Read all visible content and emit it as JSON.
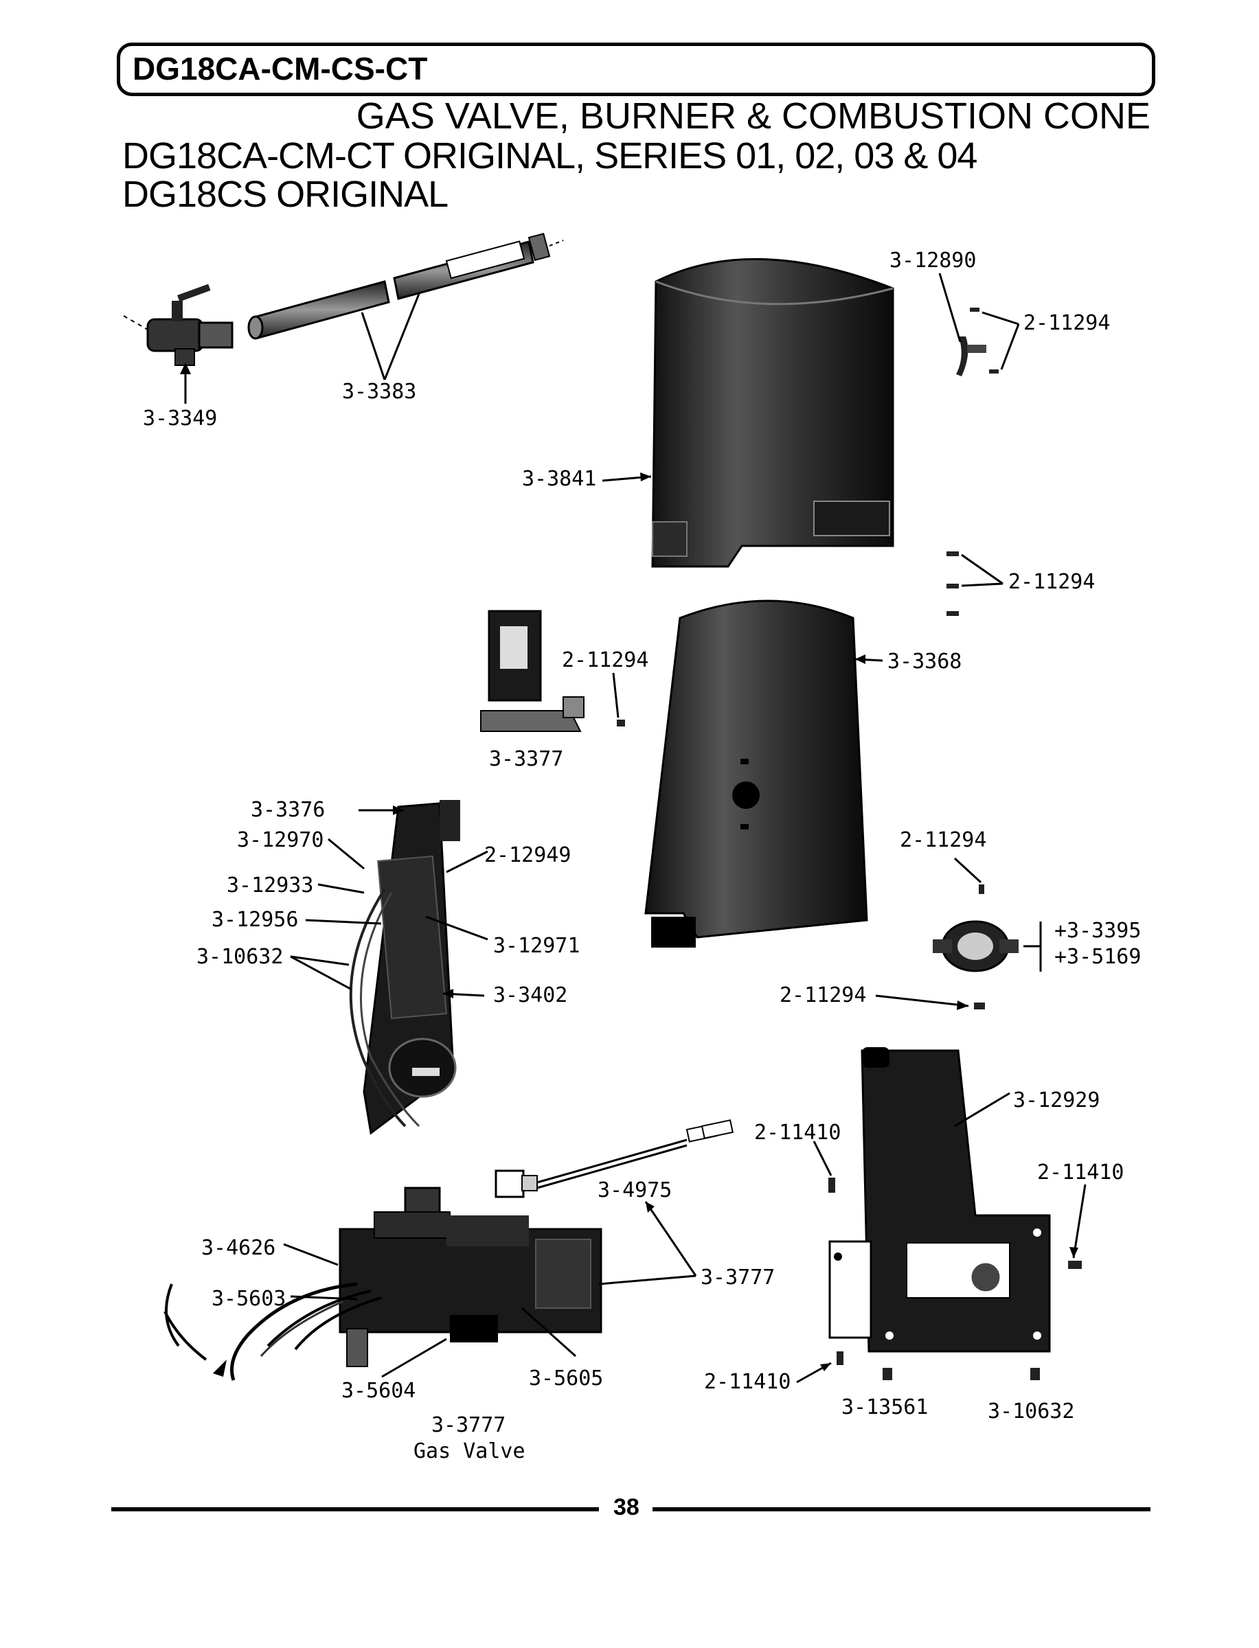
{
  "header": {
    "model": "DG18CA-CM-CS-CT",
    "title": "GAS VALVE, BURNER & COMBUSTION CONE",
    "subtitle_1": "DG18CA-CM-CT ORIGINAL, SERIES 01, 02, 03 & 04",
    "subtitle_2": "DG18CS ORIGINAL"
  },
  "labels": {
    "p_3_3349": "3-3349",
    "p_3_3383": "3-3383",
    "p_3_12890": "3-12890",
    "p_2_11294_a": "2-11294",
    "p_3_3841": "3-3841",
    "p_2_11294_b": "2-11294",
    "p_2_11294_c": "2-11294",
    "p_3_3368": "3-3368",
    "p_3_3377": "3-3377",
    "p_3_3376": "3-3376",
    "p_3_12970": "3-12970",
    "p_2_12949": "2-12949",
    "p_3_12933": "3-12933",
    "p_3_12956": "3-12956",
    "p_3_10632_a": "3-10632",
    "p_3_12971": "3-12971",
    "p_3_3402": "3-3402",
    "p_2_11294_d": "2-11294",
    "p_3_3395": "+3-3395",
    "p_3_5169": "+3-5169",
    "p_2_11294_e": "2-11294",
    "p_3_12929": "3-12929",
    "p_2_11410_a": "2-11410",
    "p_2_11410_b": "2-11410",
    "p_3_4975": "3-4975",
    "p_3_4626": "3-4626",
    "p_3_5603": "3-5603",
    "p_3_3777_a": "3-3777",
    "p_3_5604": "3-5604",
    "p_3_5605": "3-5605",
    "p_2_11410_c": "2-11410",
    "p_3_13561": "3-13561",
    "p_3_10632_b": "3-10632",
    "p_3_3777_b": "3-3777",
    "gas_valve": "Gas Valve"
  },
  "footer": {
    "page": "38"
  }
}
